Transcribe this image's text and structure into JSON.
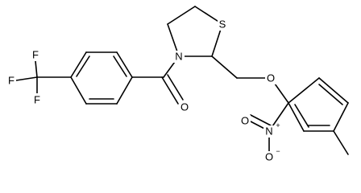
{
  "molecule": {
    "atoms": {
      "F1": {
        "symbol": "F"
      },
      "F2": {
        "symbol": "F"
      },
      "F3": {
        "symbol": "F"
      },
      "N_ring": {
        "symbol": "N"
      },
      "S_ring": {
        "symbol": "S"
      },
      "O_carbonyl": {
        "symbol": "O"
      },
      "O_ether": {
        "symbol": "O"
      },
      "N_nitro": {
        "symbol": "N",
        "charge": "+"
      },
      "O_nitro_double": {
        "symbol": "O"
      },
      "O_nitro_single": {
        "symbol": "O",
        "charge": "−"
      }
    }
  }
}
